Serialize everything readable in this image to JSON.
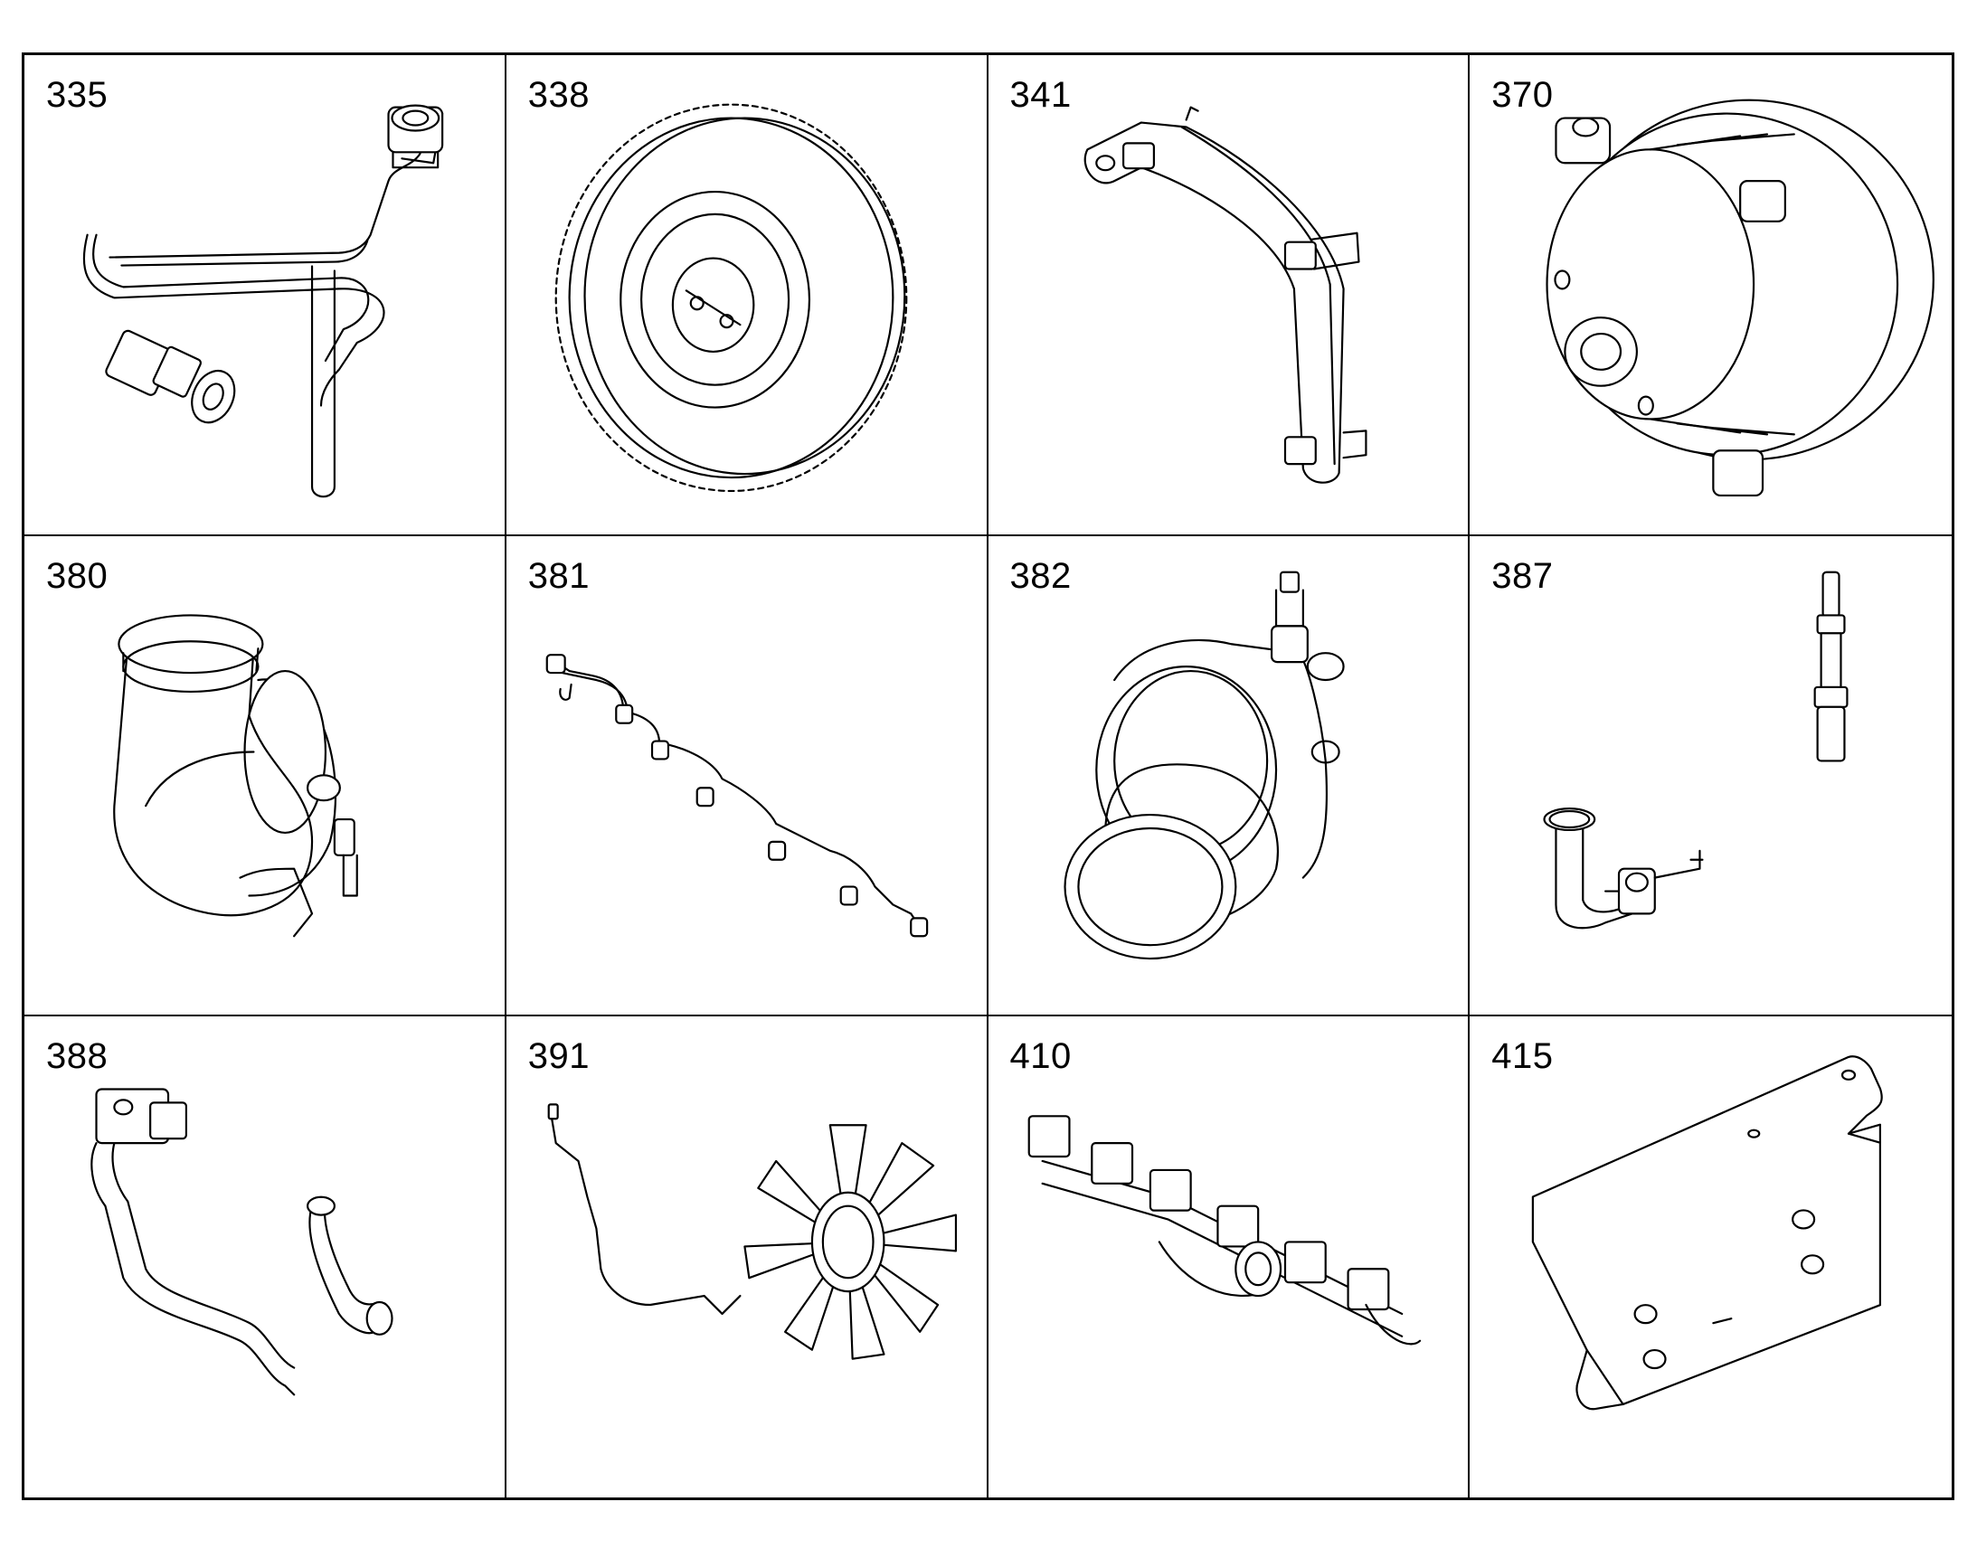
{
  "parts": [
    {
      "number": "335",
      "icon": "fuel-line-icon"
    },
    {
      "number": "338",
      "icon": "gear-icon"
    },
    {
      "number": "341",
      "icon": "bracket-icon"
    },
    {
      "number": "370",
      "icon": "water-pump-icon"
    },
    {
      "number": "380",
      "icon": "turbocharger-icon"
    },
    {
      "number": "381",
      "icon": "wiring-harness-icon"
    },
    {
      "number": "382",
      "icon": "hose-clamp-icon"
    },
    {
      "number": "387",
      "icon": "fitting-icon"
    },
    {
      "number": "388",
      "icon": "coolant-pipe-icon"
    },
    {
      "number": "391",
      "icon": "fan-icon"
    },
    {
      "number": "410",
      "icon": "exhaust-manifold-icon"
    },
    {
      "number": "415",
      "icon": "mounting-plate-icon"
    }
  ]
}
